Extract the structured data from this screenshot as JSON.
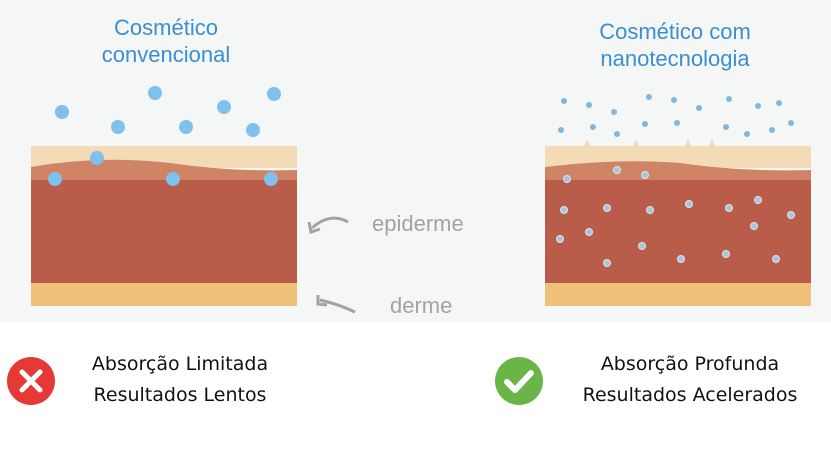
{
  "left_panel": {
    "title_line1": "Cosmético",
    "title_line2": "convencional"
  },
  "right_panel": {
    "title_line1": "Cosmético com",
    "title_line2": "nanotecnologia"
  },
  "layers": {
    "epidermis_label": "epiderme",
    "dermis_label": "derme"
  },
  "results": {
    "left": {
      "icon": "x-circle-icon",
      "line1": "Absorção Limitada",
      "line2": "Resultados Lentos",
      "color": "#e53935"
    },
    "right": {
      "icon": "check-circle-icon",
      "line1": "Absorção Profunda",
      "line2": "Resultados Acelerados",
      "color": "#6ab547"
    }
  },
  "colors": {
    "title": "#3b8fd1",
    "particle": "#7fc0ec",
    "cream": "#f2dbb6",
    "tan": "#cf8466",
    "red": "#b95c4a",
    "yellow": "#eec07a"
  }
}
